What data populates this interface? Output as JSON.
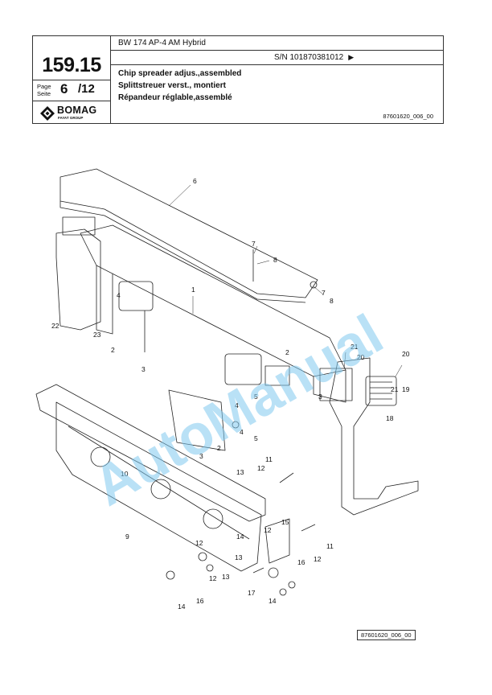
{
  "header": {
    "model": "BW 174 AP-4 AM Hybrid",
    "serial": "S/N 101870381012",
    "serial_arrow": "▶",
    "group_number": "159.15",
    "page_label_en": "Page",
    "page_label_de": "Seite",
    "page_current": "6",
    "page_total": "/12",
    "brand": "BOMAG",
    "brand_sub": "FAYAT GROUP",
    "title_en": "Chip spreader adjus.,assembled",
    "title_de": "Splittstreuer verst., montiert",
    "title_fr": "Répandeur réglable,assemblé",
    "drawing_ref": "87601620_006_00"
  },
  "watermark": "AutoManual",
  "callouts": [
    "1",
    "2",
    "2",
    "2",
    "3",
    "3",
    "3",
    "4",
    "4",
    "4",
    "5",
    "5",
    "6",
    "7",
    "7",
    "8",
    "8",
    "9",
    "10",
    "11",
    "11",
    "12",
    "12",
    "12",
    "12",
    "12",
    "13",
    "13",
    "13",
    "14",
    "14",
    "14",
    "15",
    "16",
    "16",
    "17",
    "18",
    "19",
    "20",
    "20",
    "21",
    "21",
    "22",
    "23"
  ],
  "footer": {
    "drawing_ref": "87601620_006_00"
  },
  "colors": {
    "line": "#333333",
    "watermark": "#7fc8ee"
  }
}
